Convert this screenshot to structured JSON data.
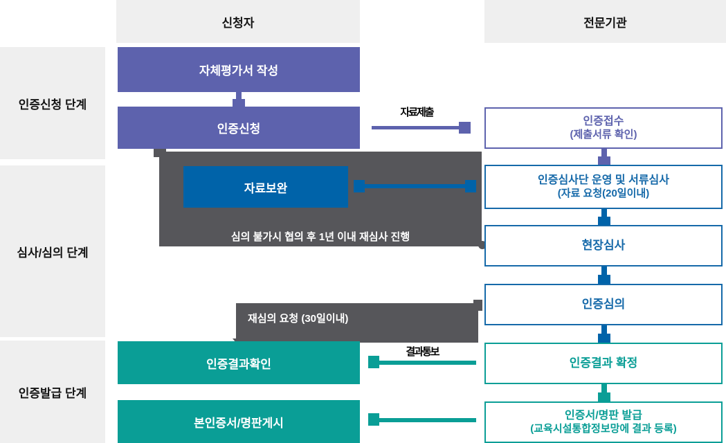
{
  "headers": {
    "applicant": "신청자",
    "agency": "전문기관"
  },
  "stages": [
    {
      "label": "인증신청 단계"
    },
    {
      "label": "심사/심의 단계"
    },
    {
      "label": "인증발급 단계"
    }
  ],
  "applicant_flow": {
    "self_eval": "자체평가서 작성",
    "apply": "인증신청",
    "supplement": "자료보완",
    "result_check": "인증결과확인",
    "cert_display": "본인증서/명판게시"
  },
  "agency_flow": {
    "receive": {
      "title": "인증접수",
      "sub": "(제출서류 확인)"
    },
    "review_team": {
      "title": "인증심사단 운영 및 서류심사",
      "sub": "(자료 요청(20일이내)"
    },
    "site_audit": {
      "title": "현장심사"
    },
    "deliberation": {
      "title": "인증심의"
    },
    "result_confirm": {
      "title": "인증결과 확정"
    },
    "issue": {
      "title": "인증서/명판 발급",
      "sub": "(교육시설통합정보망에 결과 등록)"
    }
  },
  "annotations": {
    "resurvey_note": "심의 불가시 협의 후 1년 이내 재심사 진행",
    "review_request": "재심의 요청 (30일이내)"
  },
  "arrow_labels": {
    "submit": "자료제출",
    "notify": "결과통보"
  },
  "colors": {
    "purple": "#5d62ad",
    "blue": "#0063a9",
    "blue_border": "#1569a9",
    "teal": "#0a9e96",
    "gray": "#56565a",
    "header_bg": "#efefef"
  }
}
